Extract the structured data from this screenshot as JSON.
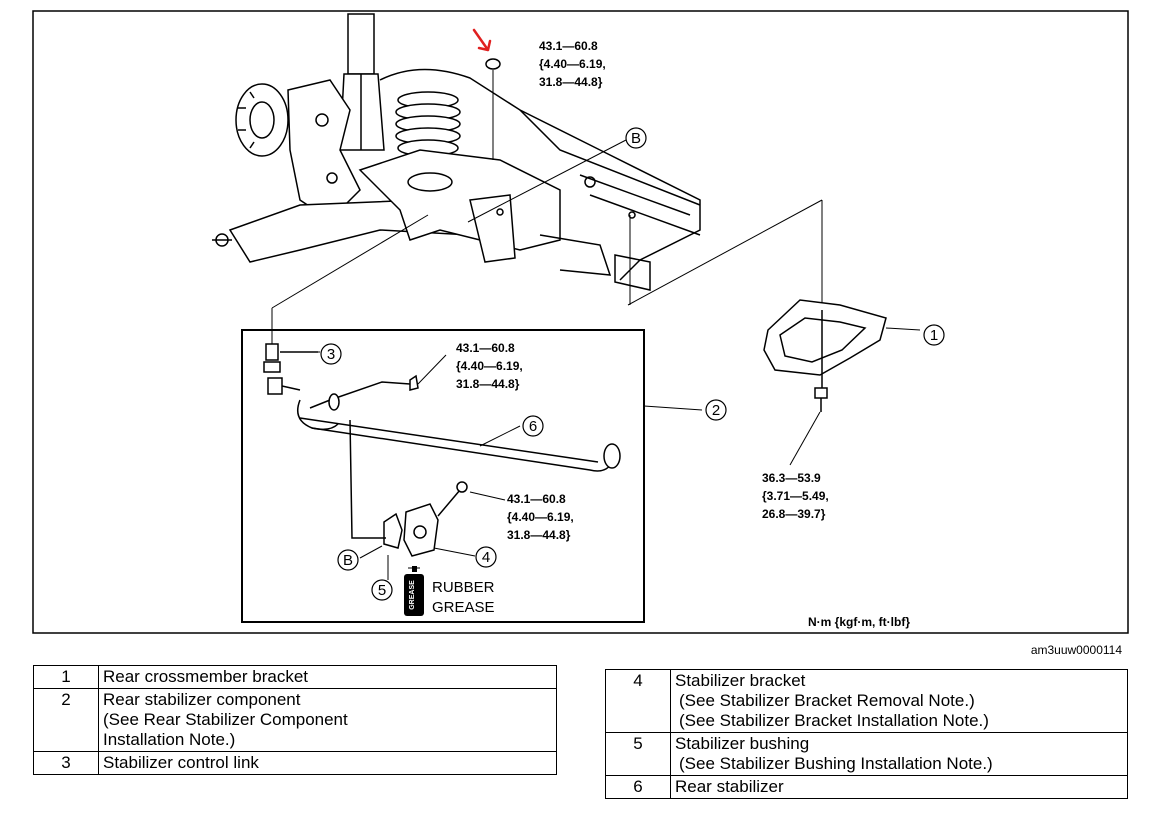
{
  "torque_specs": {
    "top_nut": [
      "43.1—60.8",
      "{4.40—6.19,",
      "31.8—44.8}"
    ],
    "inset_link_nut": [
      "43.1—60.8",
      "{4.40—6.19,",
      "31.8—44.8}"
    ],
    "inset_bracket_bolt": [
      "43.1—60.8",
      "{4.40—6.19,",
      "31.8—44.8}"
    ],
    "bracket_bolt": [
      "36.3—53.9",
      "{3.71—5.49,",
      "26.8—39.7}"
    ]
  },
  "callouts": {
    "c1": "1",
    "c2": "2",
    "c3": "3",
    "c4": "4",
    "c5": "5",
    "c6": "6",
    "cB_top": "B",
    "cB_inset": "B"
  },
  "grease_label": [
    "RUBBER",
    "GREASE"
  ],
  "grease_can_text": "GREASE",
  "units_label": "N·m {kgf·m, ft·lbf}",
  "figure_id": "am3uuw0000114",
  "colors": {
    "annotation_arrow": "#e02020"
  },
  "legend_left": [
    {
      "num": "1",
      "lines": [
        "Rear crossmember bracket"
      ]
    },
    {
      "num": "2",
      "lines": [
        "Rear stabilizer component",
        "(See Rear Stabilizer Component",
        "Installation Note.)"
      ]
    },
    {
      "num": "3",
      "lines": [
        "Stabilizer control link"
      ]
    }
  ],
  "legend_right": [
    {
      "num": "4",
      "lines": [
        "Stabilizer bracket",
        "(See Stabilizer Bracket Removal Note.)",
        "(See Stabilizer Bracket Installation Note.)"
      ]
    },
    {
      "num": "5",
      "lines": [
        "Stabilizer bushing",
        "(See Stabilizer Bushing Installation Note.)"
      ]
    },
    {
      "num": "6",
      "lines": [
        "Rear stabilizer"
      ]
    }
  ]
}
